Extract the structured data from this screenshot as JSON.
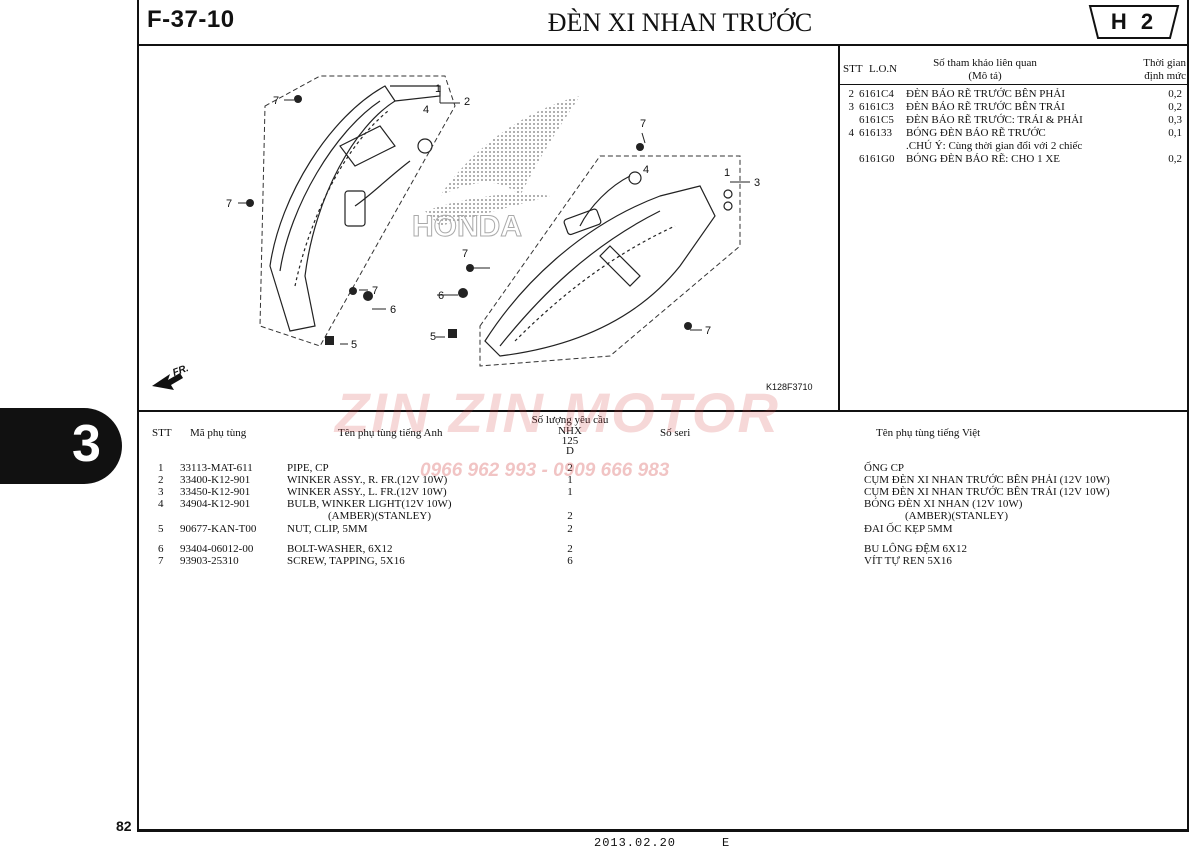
{
  "header": {
    "code": "F-37-10",
    "title": "ĐÈN XI NHAN TRƯỚC",
    "tab": "H 2"
  },
  "side_tab": "3",
  "page_number": "82",
  "footer": {
    "date": "2013.02.20",
    "edition": "E"
  },
  "diagram": {
    "figure_code": "K128F3710",
    "brand": "HONDA",
    "fr_label": "FR.",
    "callouts": [
      "7",
      "1",
      "2",
      "4",
      "7",
      "7",
      "5",
      "6",
      "7",
      "4",
      "1",
      "3",
      "7",
      "6",
      "5",
      "7"
    ]
  },
  "reference_table": {
    "col_stt": "STT",
    "col_lon": "L.O.N",
    "col_ref": "Số tham khảo liên quan",
    "col_desc": "(Mô tả)",
    "col_time": "Thời gian",
    "col_time2": "định mức",
    "rows": [
      {
        "stt": "2",
        "lon": "6161C4",
        "desc": "ĐÈN BÁO RẼ TRƯỚC BÊN PHẢI",
        "time": "0,2"
      },
      {
        "stt": "3",
        "lon": "6161C3",
        "desc": "ĐÈN BÁO RẼ TRƯỚC BÊN TRÁI",
        "time": "0,2"
      },
      {
        "stt": "",
        "lon": "6161C5",
        "desc": "ĐÈN BÁO RẼ TRƯỚC: TRÁI & PHẢI",
        "time": "0,3"
      },
      {
        "stt": "4",
        "lon": "616133",
        "desc": "BÓNG ĐÈN BÁO RẼ TRƯỚC",
        "time": "0,1"
      },
      {
        "stt": "",
        "lon": "",
        "desc": ".CHÚ Ý: Cùng thời gian đổi với 2 chiếc",
        "time": ""
      },
      {
        "stt": "",
        "lon": "6161G0",
        "desc": "BÓNG ĐÈN BÁO RẼ: CHO 1 XE",
        "time": "0,2"
      }
    ]
  },
  "parts_table": {
    "col_stt": "STT",
    "col_code": "Mã phụ tùng",
    "col_en": "Tên phụ tùng tiếng Anh",
    "col_qty": "Số lượng yêu cầu",
    "col_qty_model": "NHX",
    "col_qty_model2": "125",
    "col_qty_model3": "D",
    "col_serial": "Số seri",
    "col_vn": "Tên phụ tùng tiếng Việt",
    "rows": [
      {
        "stt": "1",
        "code": "33113-MAT-611",
        "en": "PIPE, CP",
        "en2": "",
        "qty": "2",
        "vn": "ỐNG CP",
        "vn2": ""
      },
      {
        "stt": "2",
        "code": "33400-K12-901",
        "en": "WINKER ASSY., R. FR.(12V 10W)",
        "en2": "",
        "qty": "1",
        "vn": "CỤM ĐÈN XI NHAN TRƯỚC BÊN PHẢI (12V 10W)",
        "vn2": ""
      },
      {
        "stt": "3",
        "code": "33450-K12-901",
        "en": "WINKER ASSY., L. FR.(12V 10W)",
        "en2": "",
        "qty": "1",
        "vn": "CỤM ĐÈN XI NHAN TRƯỚC BÊN TRÁI (12V 10W)",
        "vn2": ""
      },
      {
        "stt": "4",
        "code": "34904-K12-901",
        "en": "BULB, WINKER LIGHT(12V 10W)",
        "en2": "(AMBER)(STANLEY)",
        "qty": "2",
        "vn": "BÓNG ĐÈN XI NHAN (12V 10W)",
        "vn2": "(AMBER)(STANLEY)"
      },
      {
        "stt": "5",
        "code": "90677-KAN-T00",
        "en": "NUT, CLIP, 5MM",
        "en2": "",
        "qty": "2",
        "vn": "ĐAI ỐC KẸP 5MM",
        "vn2": ""
      },
      {
        "stt": "6",
        "code": "93404-06012-00",
        "en": "BOLT-WASHER, 6X12",
        "en2": "",
        "qty": "2",
        "vn": "BU LÔNG ĐỆM 6X12",
        "vn2": ""
      },
      {
        "stt": "7",
        "code": "93903-25310",
        "en": "SCREW, TAPPING, 5X16",
        "en2": "",
        "qty": "6",
        "vn": "VÍT TỰ REN 5X16",
        "vn2": ""
      }
    ]
  },
  "watermark": {
    "brand": "ZIN ZIN MOTOR",
    "phone": "0966 962 993 - 0909 666 983"
  }
}
